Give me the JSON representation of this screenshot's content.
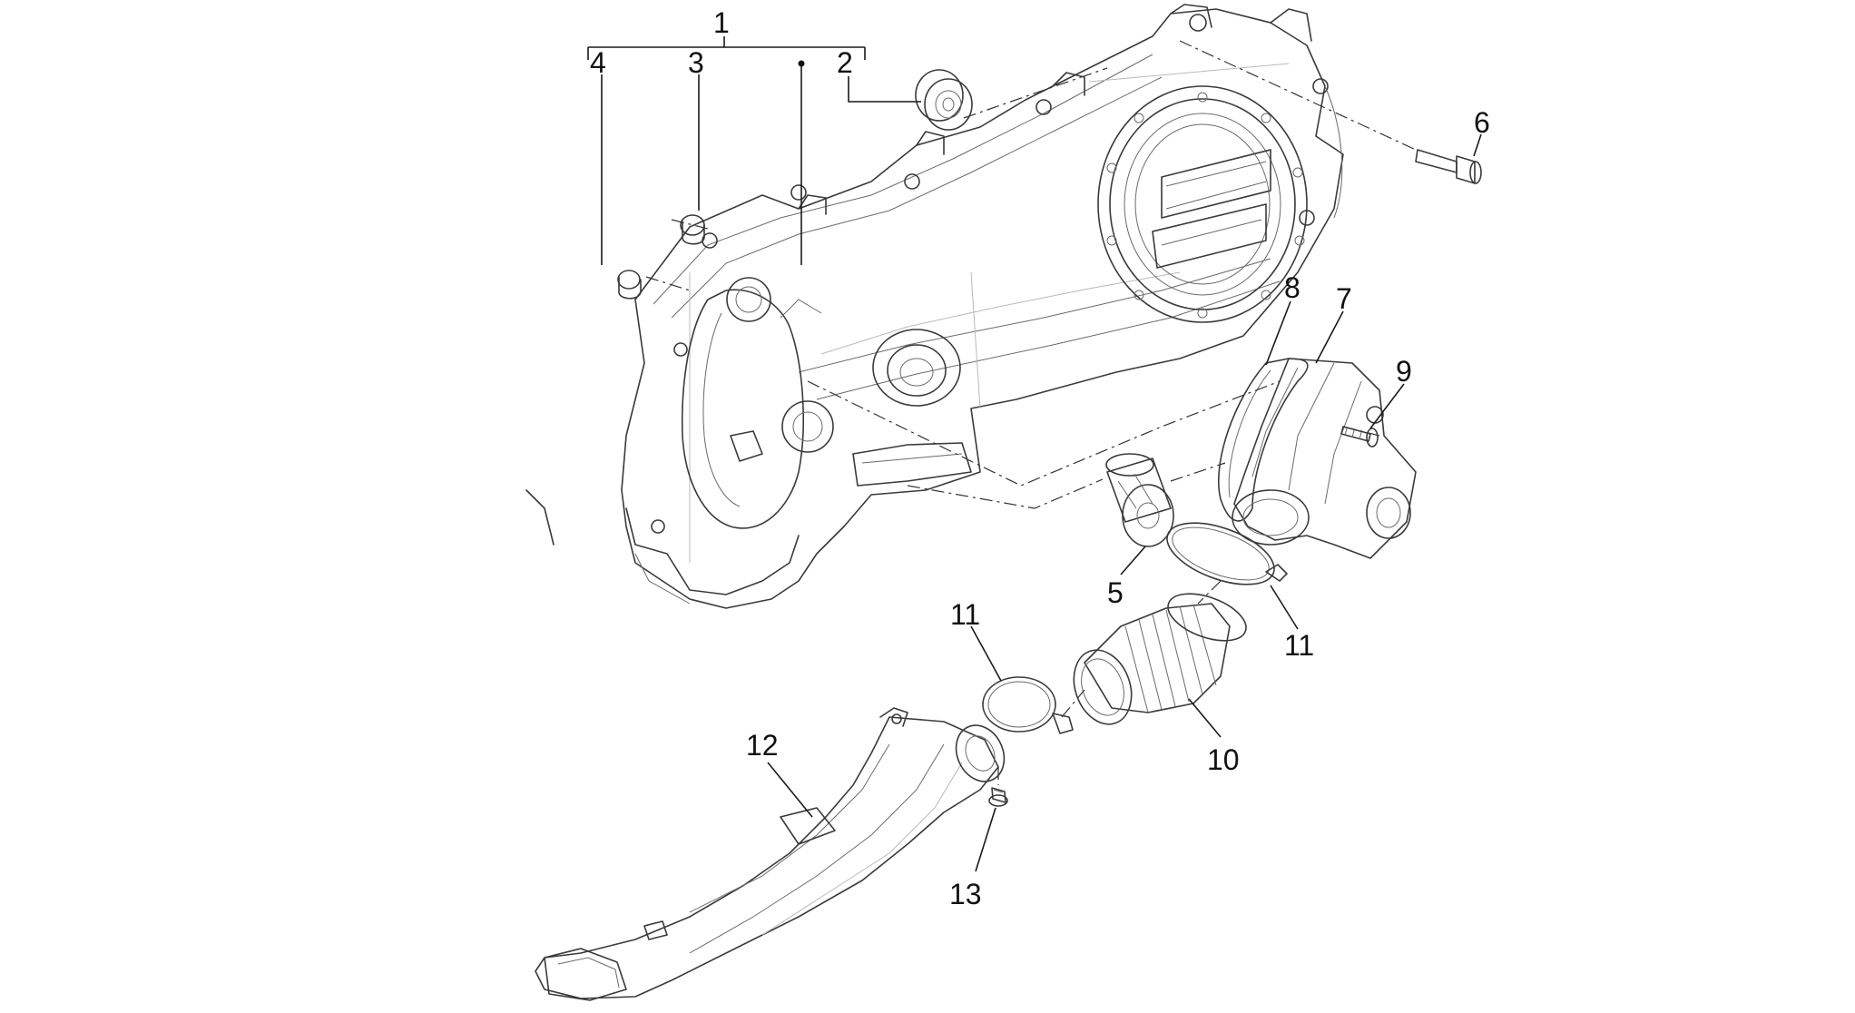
{
  "diagram": {
    "callouts": [
      {
        "id": "c1",
        "label": "1"
      },
      {
        "id": "c2",
        "label": "2"
      },
      {
        "id": "c3",
        "label": "3"
      },
      {
        "id": "c4",
        "label": "4"
      },
      {
        "id": "c5",
        "label": "5"
      },
      {
        "id": "c6",
        "label": "6"
      },
      {
        "id": "c7",
        "label": "7"
      },
      {
        "id": "c8",
        "label": "8"
      },
      {
        "id": "c9",
        "label": "9"
      },
      {
        "id": "c10",
        "label": "10"
      },
      {
        "id": "c11a",
        "label": "11"
      },
      {
        "id": "c11b",
        "label": "11"
      },
      {
        "id": "c12",
        "label": "12"
      },
      {
        "id": "c13",
        "label": "13"
      }
    ]
  }
}
